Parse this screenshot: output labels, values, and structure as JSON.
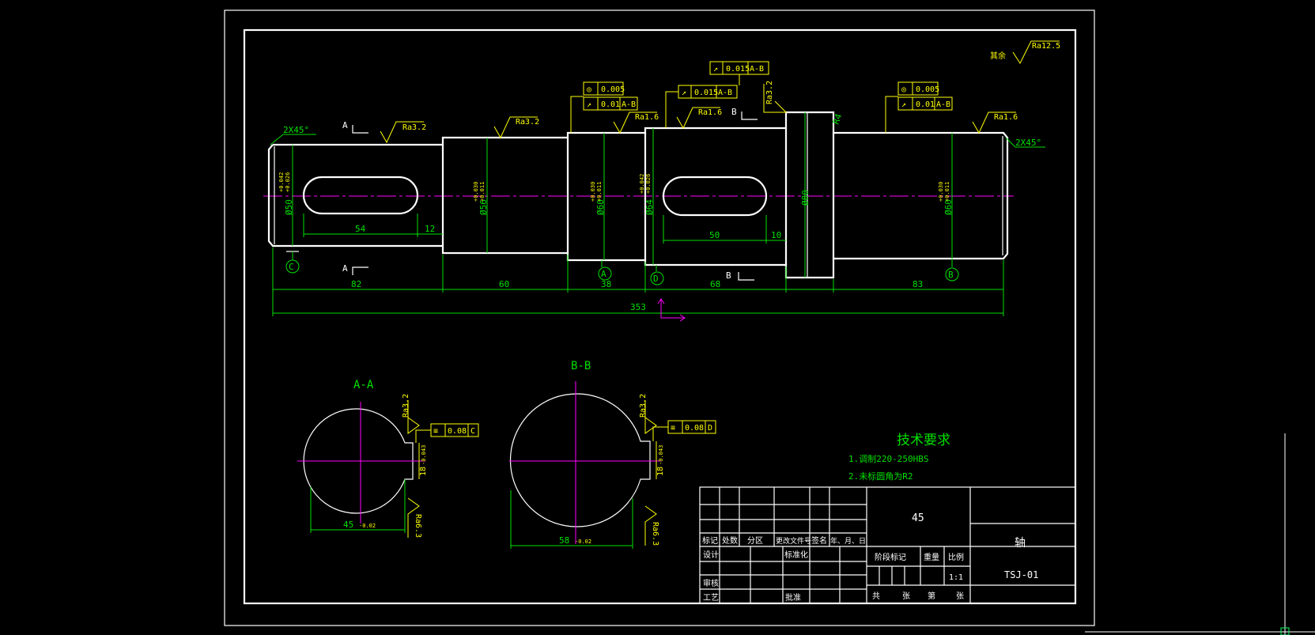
{
  "drawing": {
    "roughness_general": {
      "label": "其余",
      "value": "Ra12.5"
    },
    "chamfer_left": "2X45°",
    "chamfer_right": "2X45°",
    "section_marks": {
      "a": "A",
      "b": "B"
    },
    "datums": {
      "c": "C",
      "a": "A",
      "d": "D",
      "b": "B"
    },
    "tolerance_frames": [
      {
        "symbol": "◎",
        "value": "0.005",
        "datum": ""
      },
      {
        "symbol": "↗",
        "value": "0.01",
        "datum": "A-B"
      },
      {
        "symbol": "↗",
        "value": "0.015",
        "datum": "A-B"
      },
      {
        "symbol": "↗",
        "value": "0.015",
        "datum": "A-B"
      },
      {
        "symbol": "◎",
        "value": "0.005",
        "datum": ""
      },
      {
        "symbol": "↗",
        "value": "0.01",
        "datum": "A-B"
      },
      {
        "symbol": "≡",
        "value": "0.08",
        "datum": "C"
      },
      {
        "symbol": "≡",
        "value": "0.08",
        "datum": "D"
      }
    ],
    "roughness_marks": [
      "Ra3.2",
      "Ra3.2",
      "Ra1.6",
      "Ra1.6",
      "Ra3.2",
      "Ra1.6",
      "Ra3.2",
      "Ra6.3",
      "Ra3.2",
      "Ra6.3"
    ],
    "diameters": [
      {
        "text": "Ø50",
        "tol_upper": "+0.042",
        "tol_lower": "+0.026"
      },
      {
        "text": "Ø56",
        "tol_upper": "+0.030",
        "tol_lower": "+0.011"
      },
      {
        "text": "Ø60",
        "tol_upper": "+0.030",
        "tol_lower": "+0.011"
      },
      {
        "text": "Ø64",
        "tol_upper": "+0.042",
        "tol_lower": "+0.026"
      },
      {
        "text": "Ø80",
        "tol_upper": "",
        "tol_lower": ""
      },
      {
        "text": "Ø60",
        "tol_upper": "+0.030",
        "tol_lower": "+0.011"
      }
    ],
    "keyway_dims": {
      "k1_len": "54",
      "k1_off": "12",
      "k2_len": "50",
      "k2_off": "10"
    },
    "radius": "R4",
    "lengths": [
      "82",
      "60",
      "38",
      "68",
      "83"
    ],
    "total_length": "353",
    "section_aa": {
      "title": "A-A",
      "width": "18",
      "width_tol": "-0.043",
      "depth": "45",
      "depth_tol": "-0.02"
    },
    "section_bb": {
      "title": "B-B",
      "width": "18",
      "width_tol": "-0.043",
      "depth": "58",
      "depth_tol": "-0.02"
    },
    "tech_req": {
      "title": "技术要求",
      "items": [
        "1.调制220-250HBS",
        "2.未标圆角为R2"
      ]
    },
    "title_block": {
      "material": "45",
      "part_name": "轴",
      "drawing_no": "TSJ-01",
      "header_row": [
        "标记",
        "处数",
        "分区",
        "更改文件号",
        "签名",
        "年、月、日"
      ],
      "design": "设计",
      "standardize": "标准化",
      "review": "审核",
      "process": "工艺",
      "approve": "批准",
      "stage_mark": "阶段标记",
      "weight": "重量",
      "scale": "比例",
      "scale_value": "1:1",
      "total": "共",
      "sheet_unit": "张",
      "nth": "第"
    }
  },
  "colors": {
    "background": "#000000",
    "outline": "#ffffff",
    "dimension": "#00e000",
    "annotation": "#ffff00",
    "centerline": "#ff00ff",
    "hatch": "#00ffff"
  }
}
